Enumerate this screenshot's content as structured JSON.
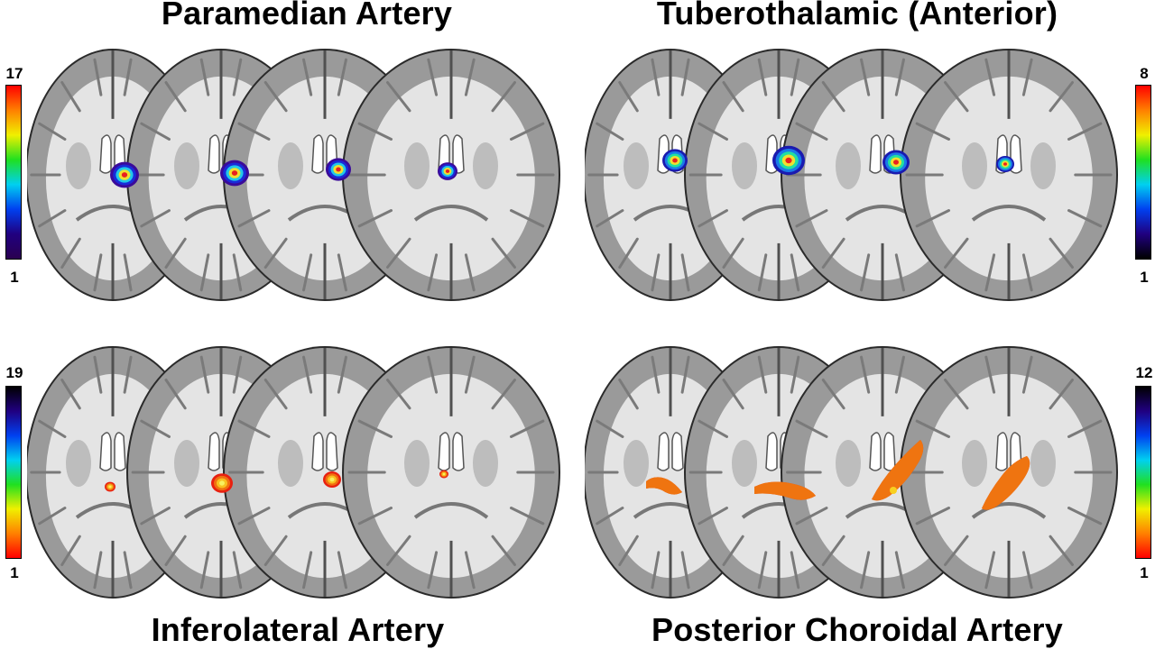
{
  "figure": {
    "panels": [
      {
        "title": "Paramedian Artery",
        "colorbar": {
          "max": "17",
          "min": "1",
          "scale": "rainbow",
          "side": "left",
          "top_color": "#ff0000",
          "bottom_color": "#2a0050"
        },
        "lesion_colors": [
          "#3a0a9a",
          "#1a2ad8",
          "#22c8e8",
          "#f0e030",
          "#e82020"
        ]
      },
      {
        "title": "Tuberothalamic (Anterior)",
        "colorbar": {
          "max": "8",
          "min": "1",
          "scale": "rainbow",
          "side": "right",
          "top_color": "#ff0000",
          "bottom_color": "#000000"
        },
        "lesion_colors": [
          "#1a1ab0",
          "#1a7ae8",
          "#22e0a0",
          "#f0e030",
          "#e82020"
        ]
      },
      {
        "title": "Inferolateral Artery",
        "colorbar": {
          "max": "19",
          "min": "1",
          "scale": "rainbow-reversed",
          "side": "left",
          "top_color": "#000000",
          "bottom_color": "#ff0000"
        },
        "lesion_colors": [
          "#e82010",
          "#f07010",
          "#f8c020",
          "#f8f060"
        ]
      },
      {
        "title": "Posterior Choroidal Artery",
        "colorbar": {
          "max": "12",
          "min": "1",
          "scale": "rainbow-reversed",
          "side": "right",
          "top_color": "#000000",
          "bottom_color": "#ff0000"
        },
        "lesion_colors": [
          "#e83010",
          "#f08010",
          "#f8d020",
          "#60c020"
        ]
      }
    ]
  }
}
